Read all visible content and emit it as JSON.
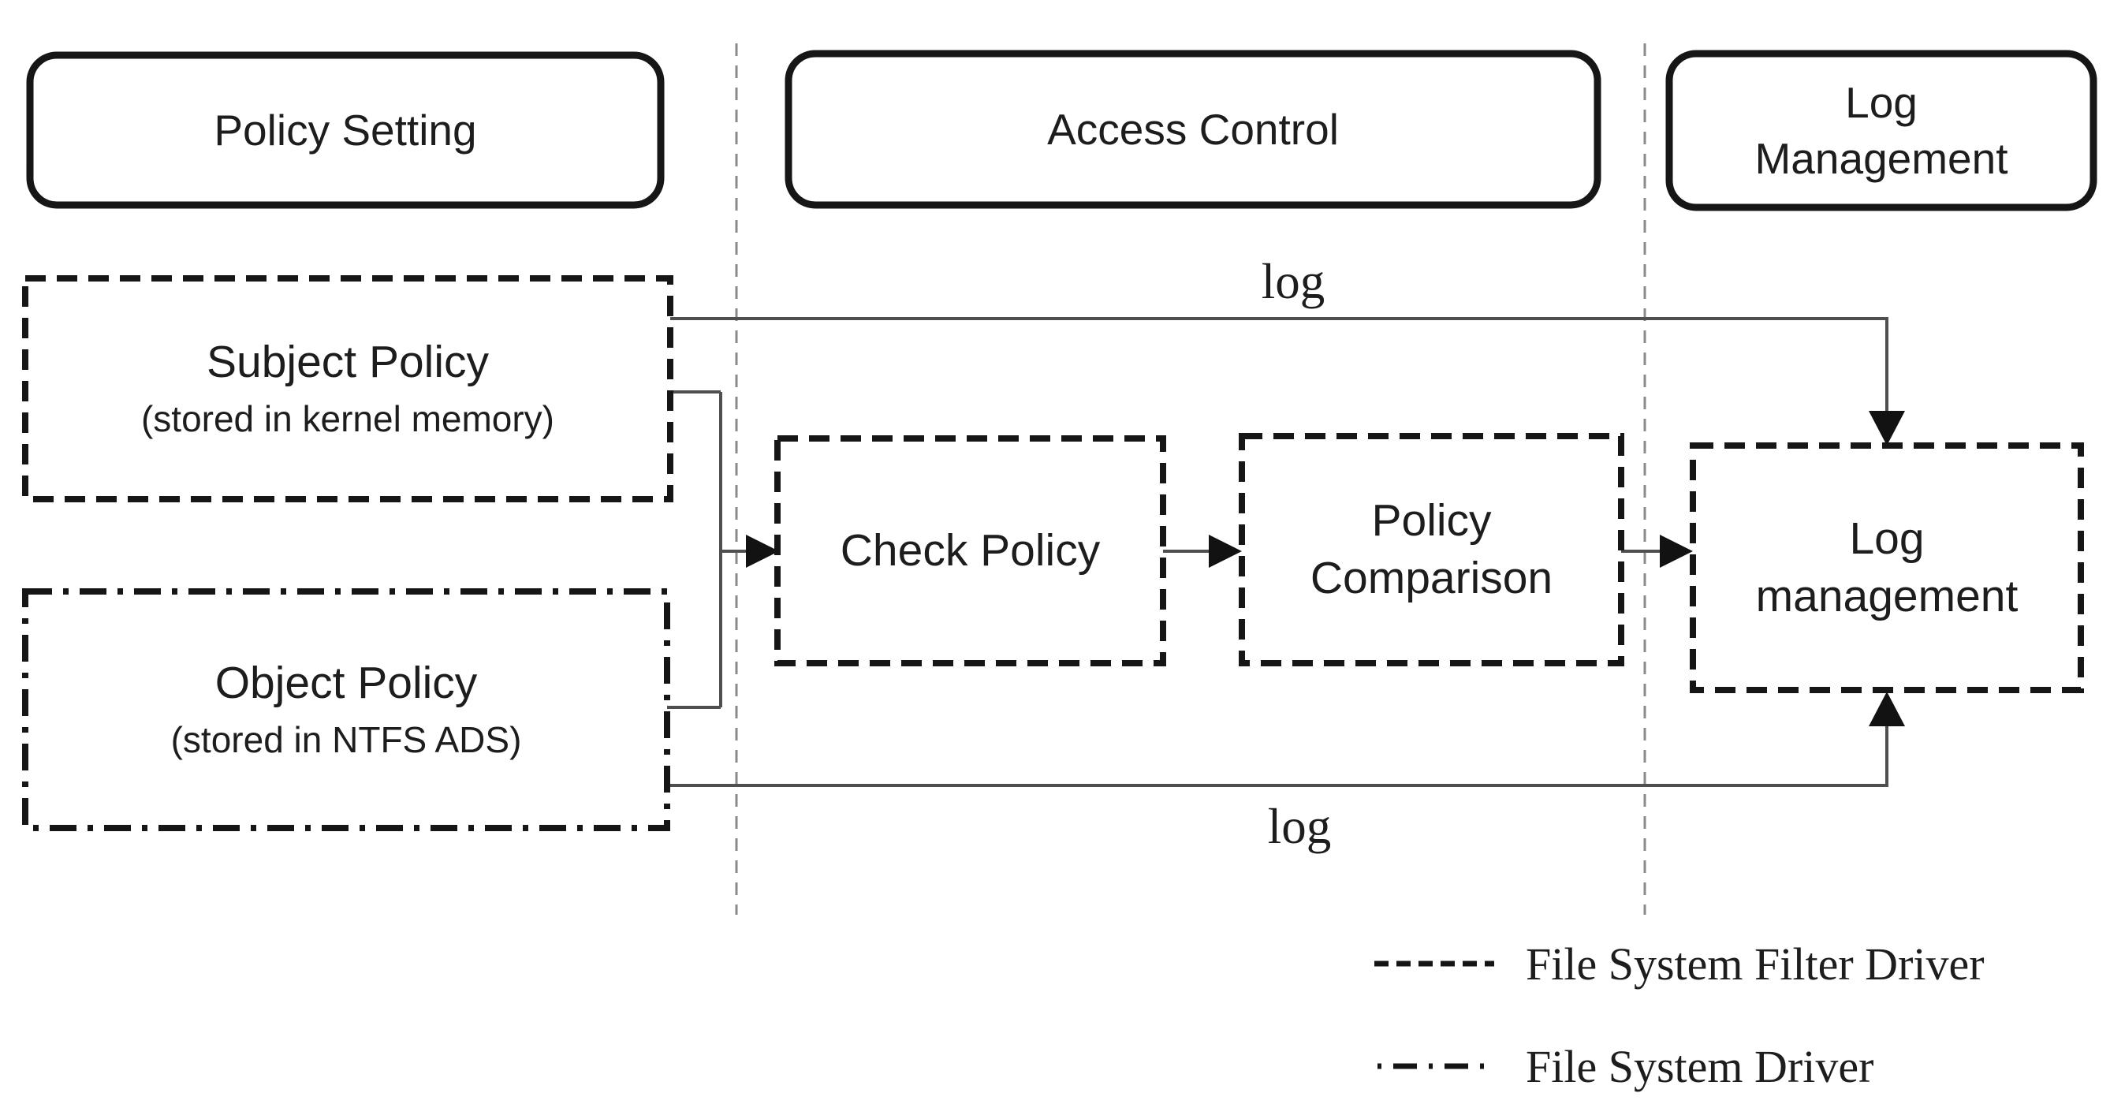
{
  "diagram": {
    "headers": {
      "policy_setting": "Policy Setting",
      "access_control": "Access Control",
      "log_management": "Log Management"
    },
    "nodes": {
      "subject_policy": {
        "title": "Subject Policy",
        "subtitle": "(stored in kernel memory)",
        "border_style": "dashed"
      },
      "object_policy": {
        "title": "Object Policy",
        "subtitle": "(stored in NTFS ADS)",
        "border_style": "dash-dot"
      },
      "check_policy": {
        "label": "Check Policy",
        "border_style": "dashed"
      },
      "policy_comparison": {
        "label": "Policy Comparison",
        "border_style": "dashed"
      },
      "log_management": {
        "label": "Log management",
        "border_style": "dashed"
      }
    },
    "edge_labels": {
      "log_top": "log",
      "log_bottom": "log"
    },
    "legend": {
      "items": [
        {
          "line_style": "dashed",
          "label": "File System Filter Driver"
        },
        {
          "line_style": "dash-dot",
          "label": "File System Driver"
        }
      ]
    },
    "colors": {
      "background": "#ffffff",
      "box_border": "#161616",
      "text": "#1d1d1d",
      "connector": "#4f4f4f",
      "arrowhead": "#121212",
      "separator": "#8a8a8a",
      "legend_line": "#141414"
    }
  }
}
